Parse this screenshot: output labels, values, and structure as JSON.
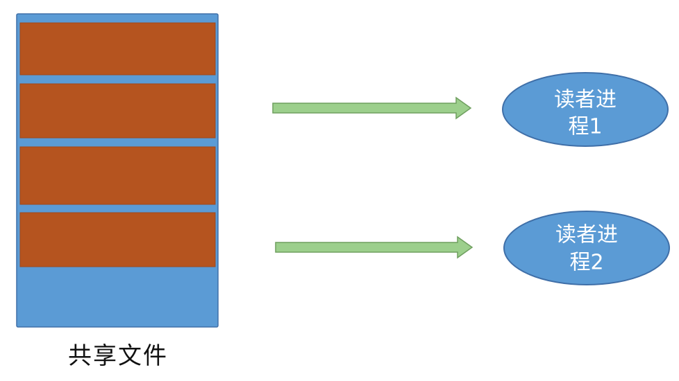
{
  "shared_file": {
    "label": "共享文件",
    "block_color": "#b5541f",
    "container_color": "#5b9bd5",
    "occupied_blocks": 4
  },
  "arrows": {
    "color": "#9ccf8c",
    "stroke_color": "#6f9f5f"
  },
  "readers": [
    {
      "line1": "读者进",
      "line2": "程1",
      "fill": "#5b9bd5",
      "stroke": "#3f6fa8"
    },
    {
      "line1": "读者进",
      "line2": "程2",
      "fill": "#5b9bd5",
      "stroke": "#3f6fa8"
    }
  ]
}
